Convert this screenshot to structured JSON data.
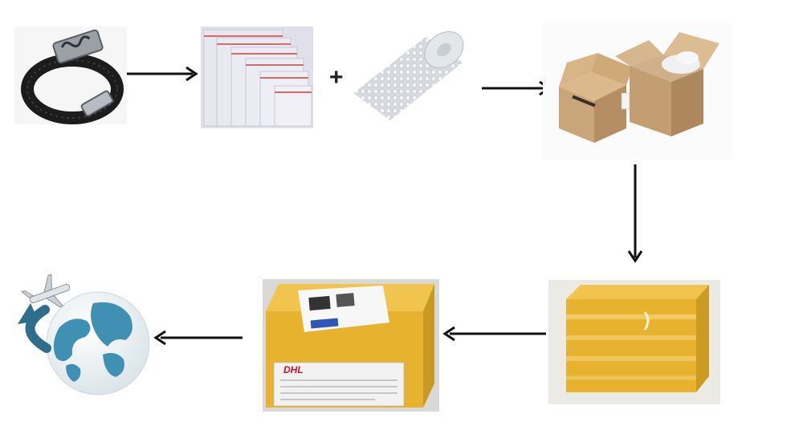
{
  "diagram": {
    "flow": [
      "bracelet-image",
      "zip-bags-image",
      "bubble-wrap-image",
      "cardboard-boxes-image",
      "taped-box-image",
      "labeled-parcel-image",
      "globe-airplane-image"
    ],
    "plus_symbol": "+",
    "colors": {
      "arrow": "#111111",
      "tape": "#e7b22d",
      "cardboard": "#c9a57a",
      "globe": "#3f90b3"
    },
    "parcel": {
      "carrier_logo_text": "DHL"
    }
  }
}
